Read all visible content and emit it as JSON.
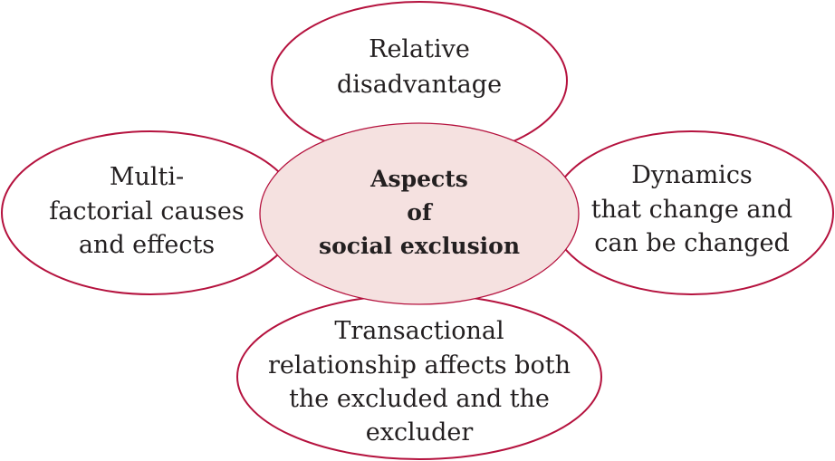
{
  "colors": {
    "stroke": "#b5123e",
    "center_fill": "#f5e1e0",
    "outer_fill": "#ffffff"
  },
  "center": {
    "lines": [
      "Aspects",
      "of",
      "social exclusion"
    ]
  },
  "top": {
    "lines": [
      "Relative",
      "disadvantage"
    ]
  },
  "left": {
    "lines": [
      "Multi-",
      "factorial causes",
      "and effects"
    ]
  },
  "right": {
    "lines": [
      "Dynamics",
      "that change and",
      "can be changed"
    ]
  },
  "bottom": {
    "lines": [
      "Transactional",
      "relationship affects both",
      "the excluded and the",
      "excluder"
    ]
  }
}
